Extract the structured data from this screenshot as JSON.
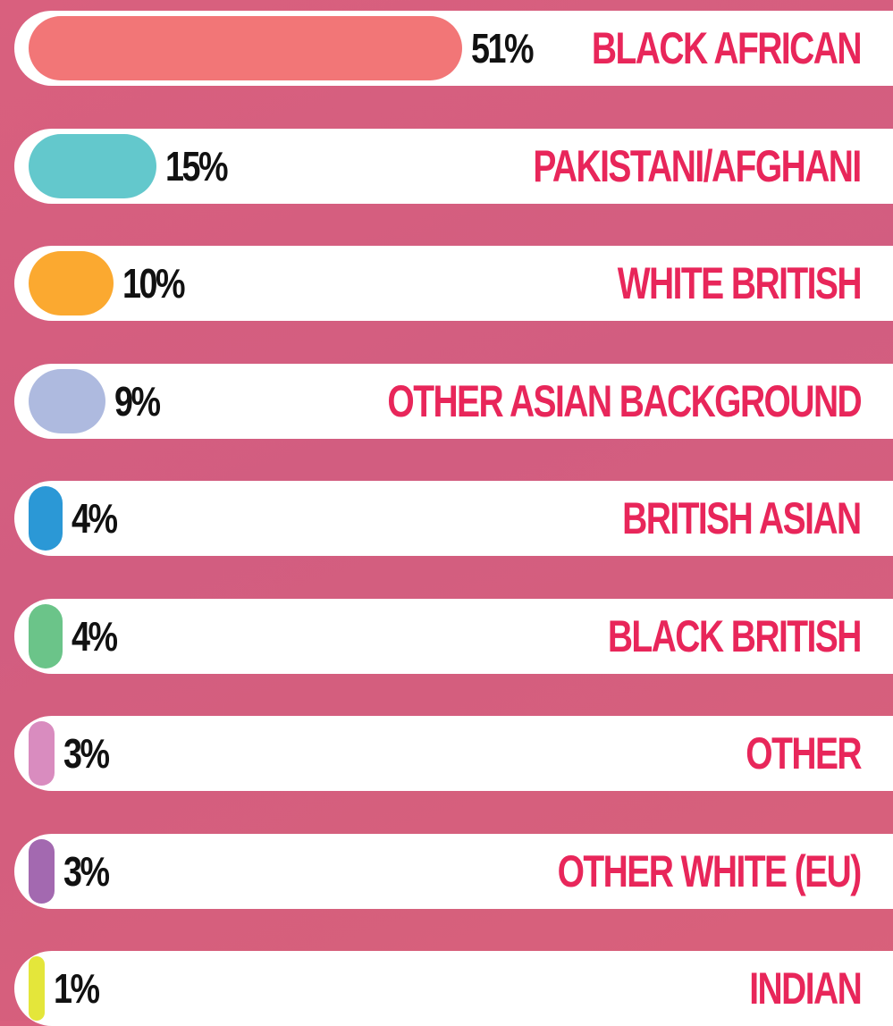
{
  "chart_data": {
    "type": "bar",
    "orientation": "horizontal",
    "categories": [
      "BLACK AFRICAN",
      "PAKISTANI/AFGHANI",
      "WHITE BRITISH",
      "OTHER ASIAN BACKGROUND",
      "BRITISH ASIAN",
      "BLACK BRITISH",
      "OTHER",
      "OTHER WHITE (EU)",
      "INDIAN"
    ],
    "values": [
      51,
      15,
      10,
      9,
      4,
      4,
      3,
      3,
      1
    ],
    "value_labels": [
      "51%",
      "15%",
      "10%",
      "9%",
      "4%",
      "4%",
      "3%",
      "3%",
      "1%"
    ],
    "colors": [
      "#f27677",
      "#63c8cc",
      "#fba930",
      "#aebadf",
      "#2b98d6",
      "#6bc489",
      "#d98cbf",
      "#a369b0",
      "#e4e63a"
    ],
    "label_color": "#e8265a",
    "value_color": "#111111",
    "unit": "%",
    "grid": false
  }
}
